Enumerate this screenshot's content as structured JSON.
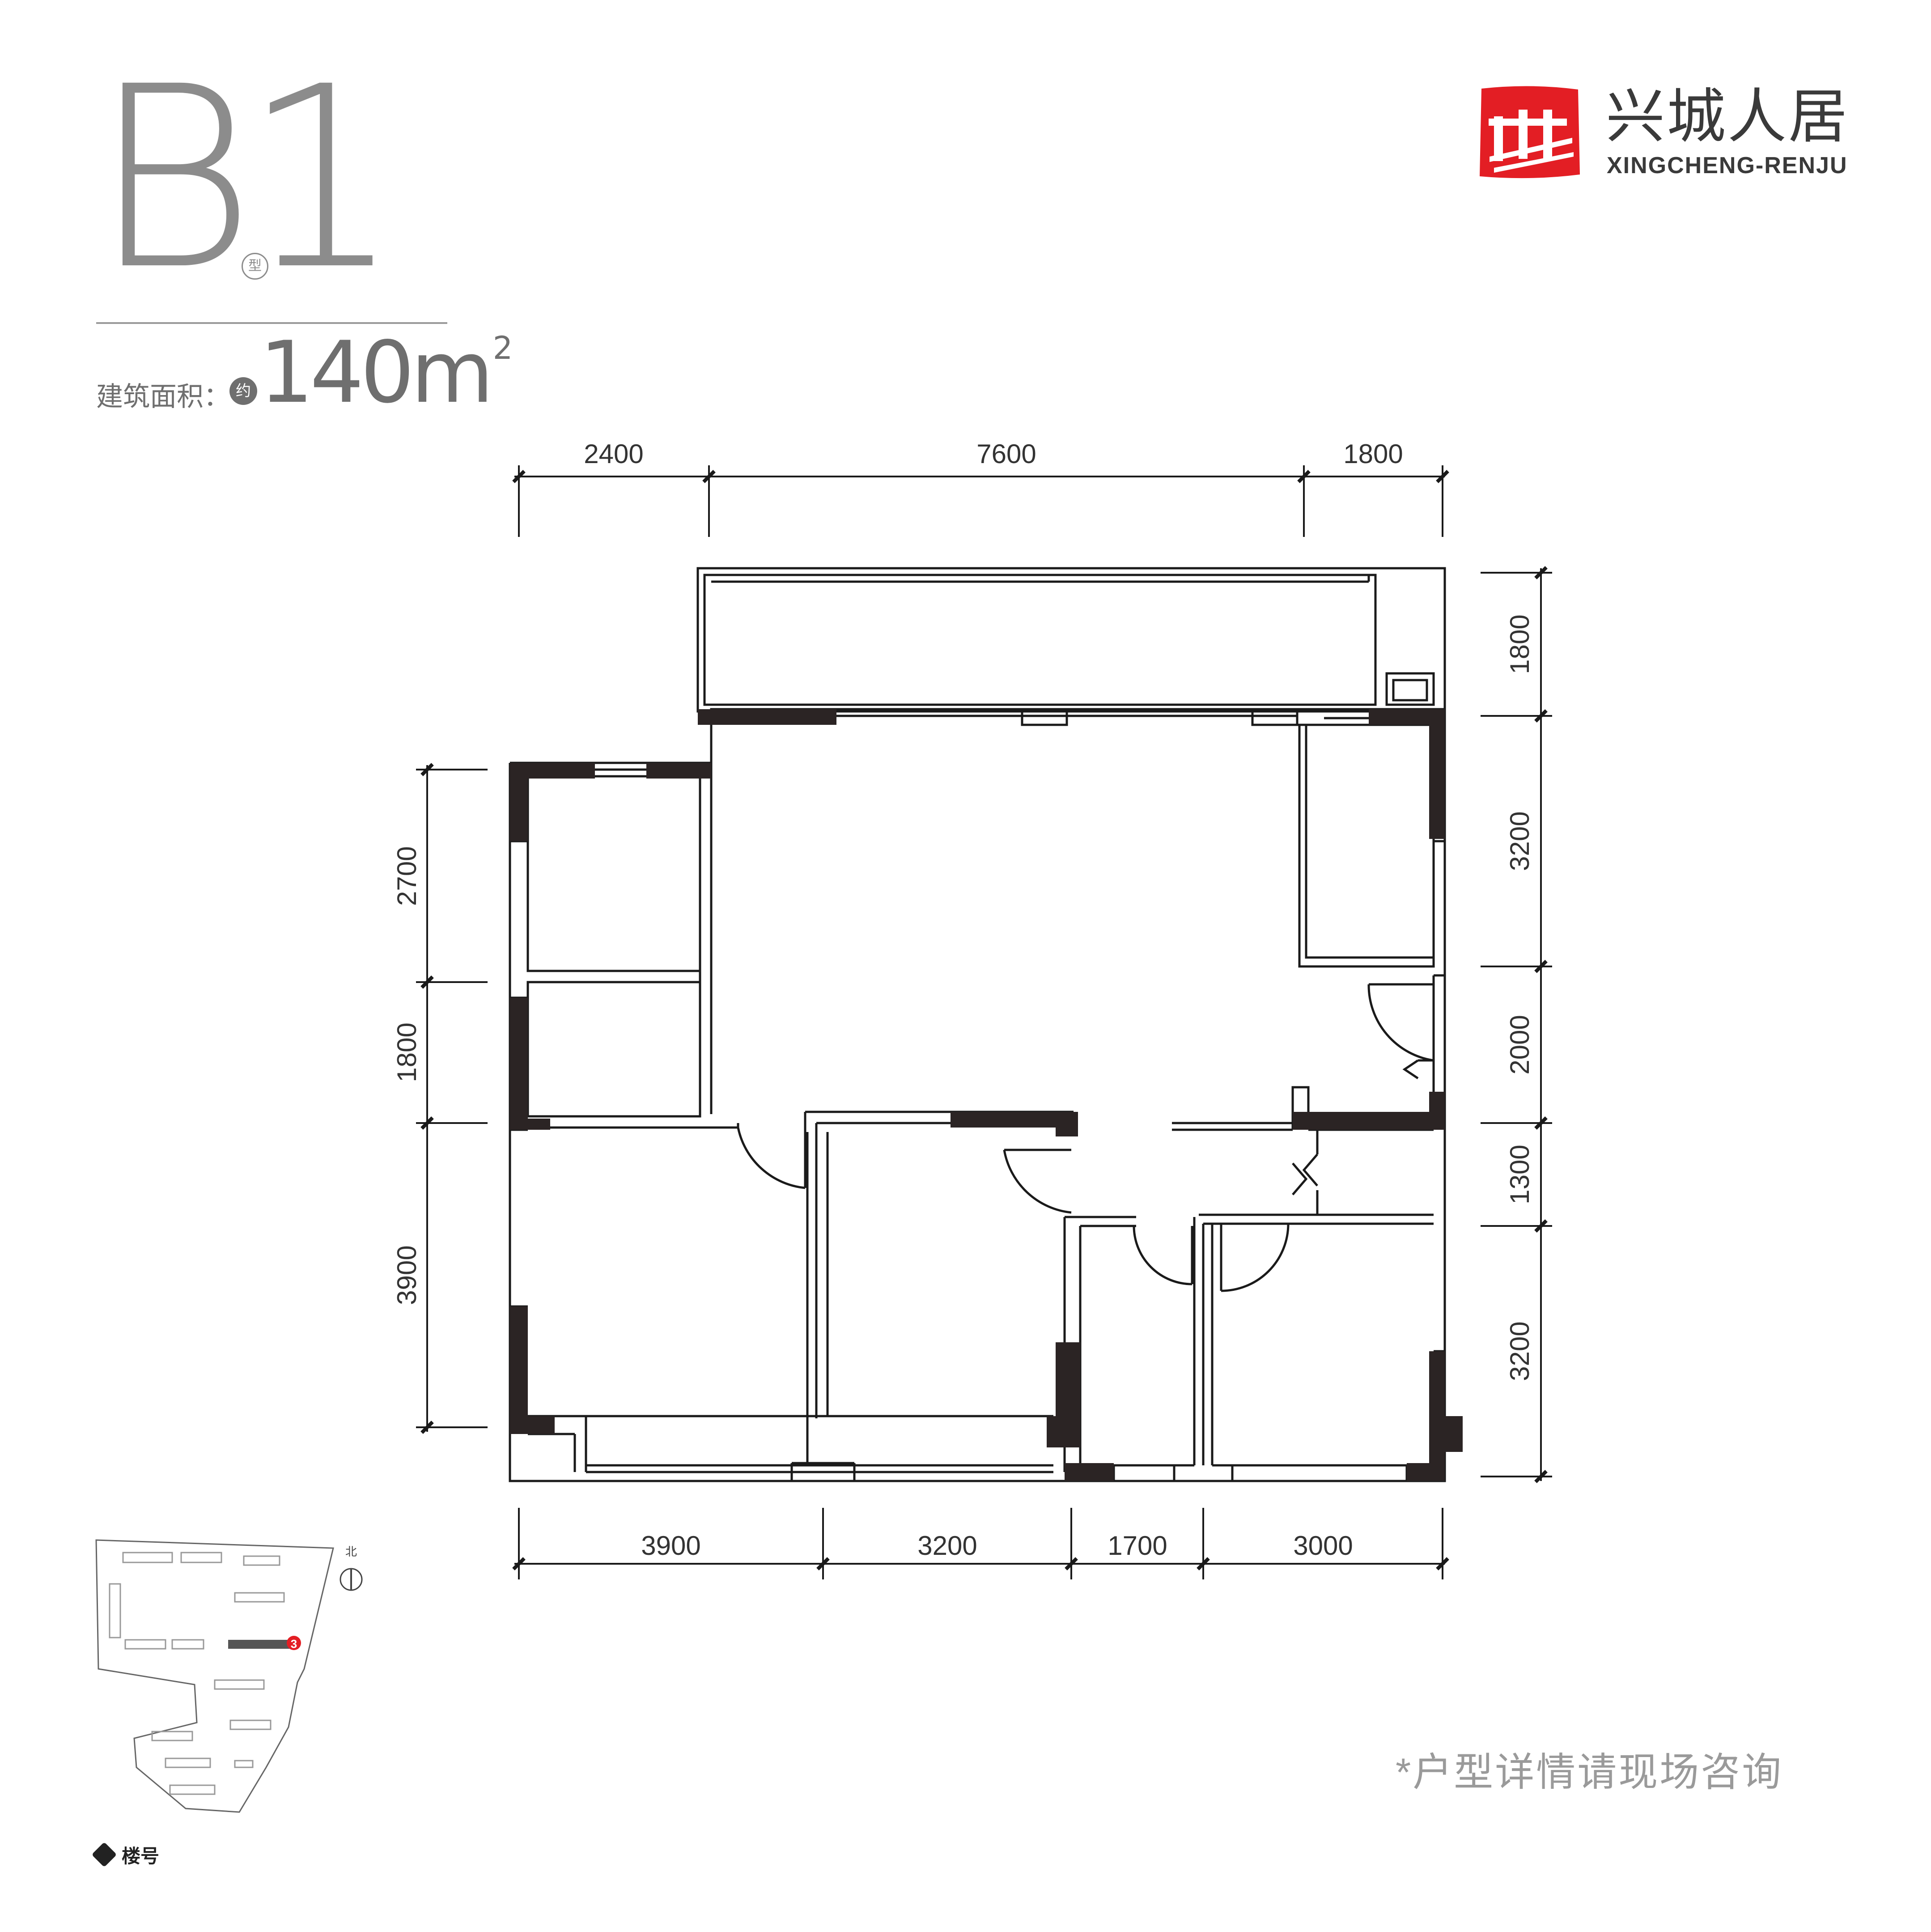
{
  "header": {
    "type_code": "B1",
    "type_suffix": "型",
    "area_label": "建筑面积：",
    "area_approx": "约",
    "area_value": "140",
    "area_unit": "m",
    "area_unit_power": "2"
  },
  "brand": {
    "name_cn": "兴城人居",
    "name_en": "XINGCHENG-RENJU",
    "logo_color": "#e31e24"
  },
  "dimensions": {
    "top": [
      "2400",
      "7600",
      "1800"
    ],
    "bottom": [
      "3900",
      "3200",
      "1700",
      "3000"
    ],
    "left": [
      "2700",
      "1800",
      "3900"
    ],
    "right": [
      "1800",
      "3200",
      "2000",
      "1300",
      "3200"
    ]
  },
  "site_map": {
    "north_label": "北",
    "building_number": "3",
    "highlight_color": "#e31e24"
  },
  "legend": {
    "label": "楼号"
  },
  "notice": "*户型详情请现场咨询",
  "colors": {
    "wall": "#2b2424",
    "line": "#1a1a1a",
    "text_gray": "#8c8c8c"
  }
}
